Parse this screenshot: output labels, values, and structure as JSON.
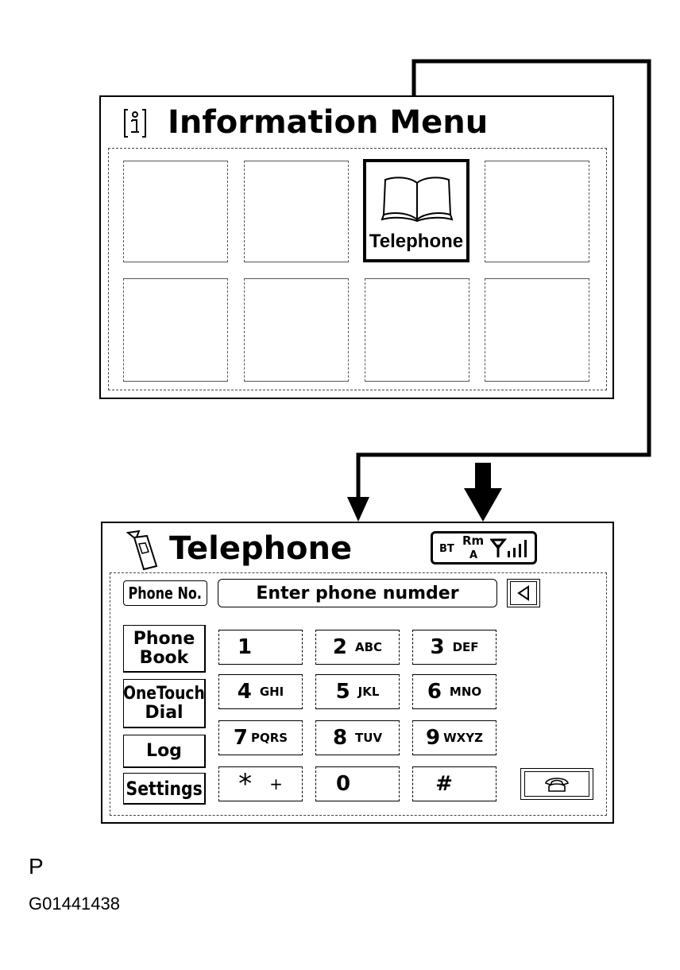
{
  "info_menu": {
    "title": "Information Menu",
    "selected_tile_label": "Telephone"
  },
  "telephone": {
    "title": "Telephone",
    "status": {
      "bt": "BT",
      "rm": "Rm",
      "rm_sub": "A"
    },
    "phone_no_label": "Phone No.",
    "input_text": "Enter phone numder",
    "side_buttons": [
      {
        "line1": "Phone",
        "line2": "Book"
      },
      {
        "line1": "OneTouch",
        "line2": "Dial"
      },
      {
        "line1": "Log",
        "line2": ""
      },
      {
        "line1": "Settings",
        "line2": ""
      }
    ],
    "keys": [
      {
        "num": "1",
        "letters": ""
      },
      {
        "num": "2",
        "letters": "ABC"
      },
      {
        "num": "3",
        "letters": "DEF"
      },
      {
        "num": "4",
        "letters": "GHI"
      },
      {
        "num": "5",
        "letters": "JKL"
      },
      {
        "num": "6",
        "letters": "MNO"
      },
      {
        "num": "7",
        "letters": "PQRS"
      },
      {
        "num": "8",
        "letters": "TUV"
      },
      {
        "num": "9",
        "letters": "WXYZ"
      },
      {
        "num": "*",
        "letters": "+"
      },
      {
        "num": "0",
        "letters": ""
      },
      {
        "num": "#",
        "letters": ""
      }
    ]
  },
  "footer": {
    "mark": "P",
    "code": "G01441438"
  },
  "icons": {
    "info": "info-icon",
    "book": "book-icon",
    "handset": "cellphone-icon",
    "signal": "signal-antenna-icon",
    "back": "backspace-arrow-icon",
    "call": "telephone-handset-icon"
  }
}
